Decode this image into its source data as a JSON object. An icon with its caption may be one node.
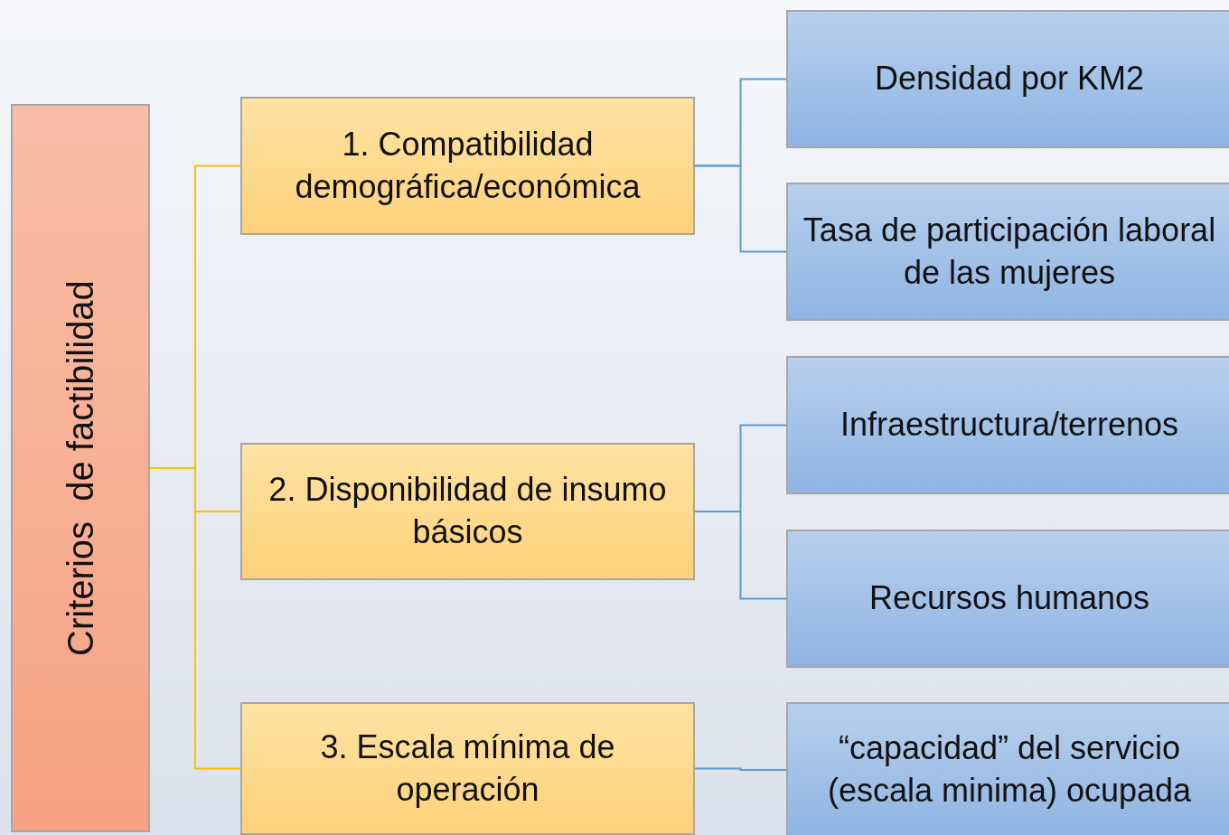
{
  "diagram": {
    "nodes": [
      {
        "text": [
          "Criterios  de factibilidad"
        ]
      },
      {
        "text": [
          "1. Compatibilidad demográfica/económica"
        ]
      },
      {
        "text": [
          "2. Disponibilidad de insumo básicos"
        ]
      },
      {
        "text": [
          "3. Escala mínima de operación"
        ]
      },
      {
        "text": [
          "Densidad por KM2"
        ]
      },
      {
        "text": [
          "Tasa de participación laboral de las mujeres"
        ]
      },
      {
        "text": [
          "Infraestructura/terrenos"
        ]
      },
      {
        "text": [
          "Recursos humanos"
        ]
      },
      {
        "text": [
          "“capacidad” del servicio (escala minima) ocupada"
        ]
      }
    ],
    "edges": [
      {
        "from": 0,
        "to": 1,
        "arrow": "none",
        "color": "#ffc000"
      },
      {
        "from": 0,
        "to": 2,
        "arrow": "none",
        "color": "#ffc000"
      },
      {
        "from": 0,
        "to": 3,
        "arrow": "none",
        "color": "#ffc000"
      },
      {
        "from": 1,
        "to": 4,
        "arrow": "none"
      },
      {
        "from": 1,
        "to": 5,
        "arrow": "none"
      },
      {
        "from": 2,
        "to": 6,
        "arrow": "none"
      },
      {
        "from": 2,
        "to": 7,
        "arrow": "none"
      },
      {
        "from": 3,
        "to": 8,
        "arrow": "none"
      }
    ]
  }
}
